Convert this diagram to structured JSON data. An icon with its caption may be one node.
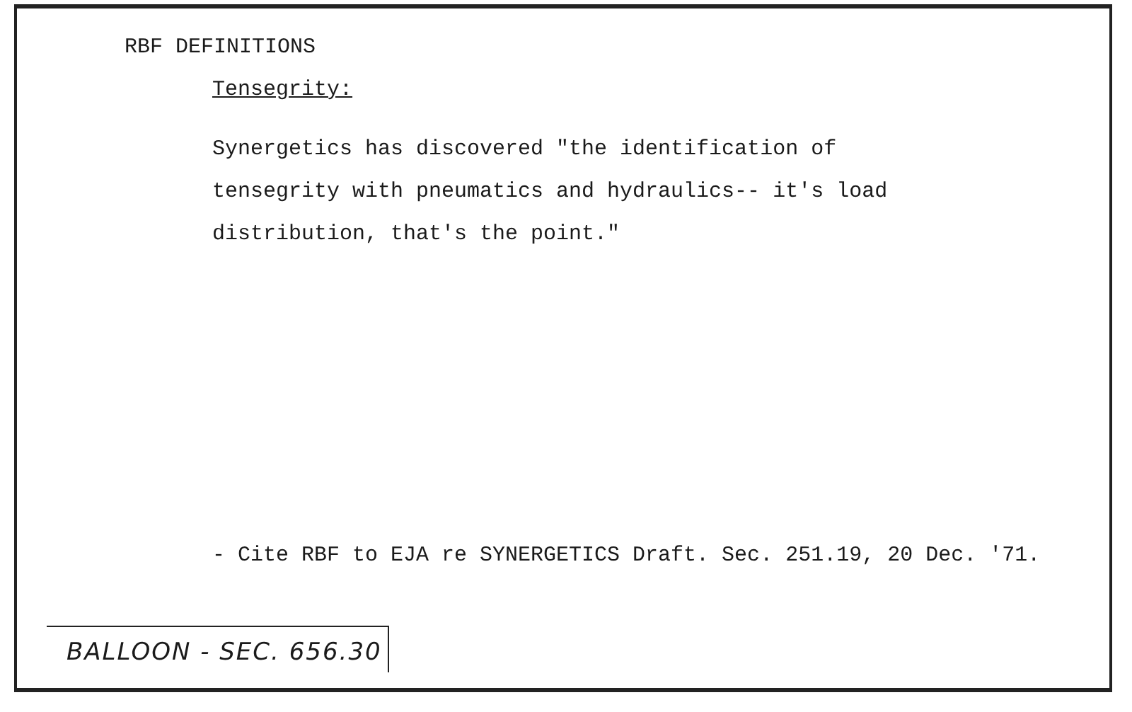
{
  "diagram": {
    "nodes": [
      {
        "text": [
          "BALLOON - SEC. 656.30"
        ]
      }
    ],
    "labels": [
      "RBF DEFINITIONS",
      "Tensegrity:",
      "Synergetics has discovered \"the identification of tensegrity with pneumatics and hydraulics-- it's load distribution, that's the point.\"",
      "- Cite RBF to EJA re SYNERGETICS Draft. Sec. 251.19, 20 Dec. '71."
    ]
  }
}
